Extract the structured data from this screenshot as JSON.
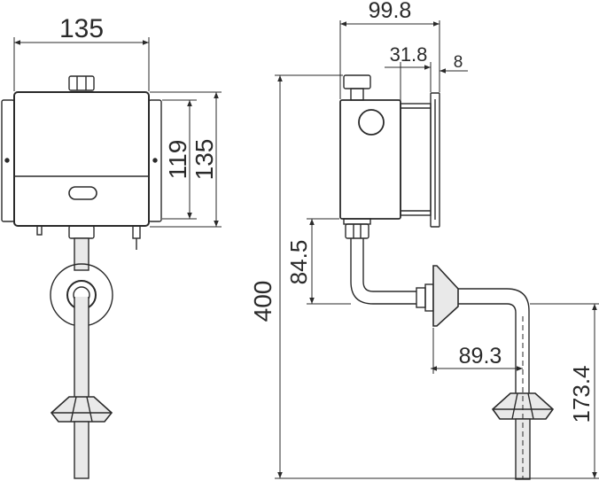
{
  "dimensions": {
    "front_width": "135",
    "front_inner_height": "119",
    "front_outer_height": "135",
    "side_depth": "99.8",
    "side_plate_offset": "31.8",
    "side_plate_thickness": "8",
    "total_height": "400",
    "outlet_height": "84.5",
    "pipe_reach": "89.3",
    "pipe_drop": "173.4"
  },
  "colors": {
    "line": "#2a2a2a",
    "pipe_fill": "#e9e9e9",
    "background": "#ffffff"
  }
}
